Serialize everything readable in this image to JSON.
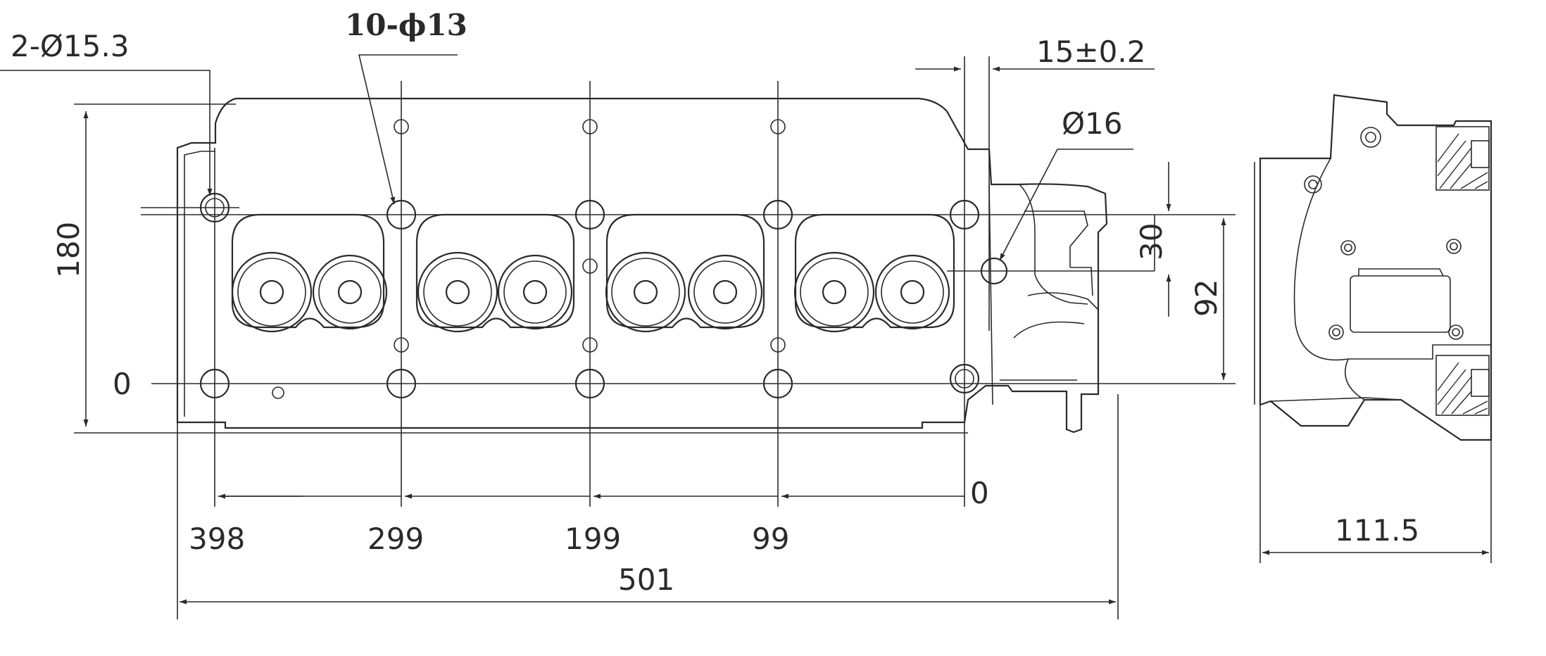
{
  "callouts": {
    "edge_holes": "2-Ø15.3",
    "bolt_holes": "10-ϕ13",
    "dowel_hole": "Ø16",
    "tolerance": "15±0.2"
  },
  "dimensions": {
    "height": "180",
    "offset_30": "30",
    "offset_92": "92",
    "zero_left": "0",
    "zero_bottom": "0",
    "x_398": "398",
    "x_299": "299",
    "x_199": "199",
    "x_99": "99",
    "overall_length": "501",
    "side_width": "111.5"
  }
}
